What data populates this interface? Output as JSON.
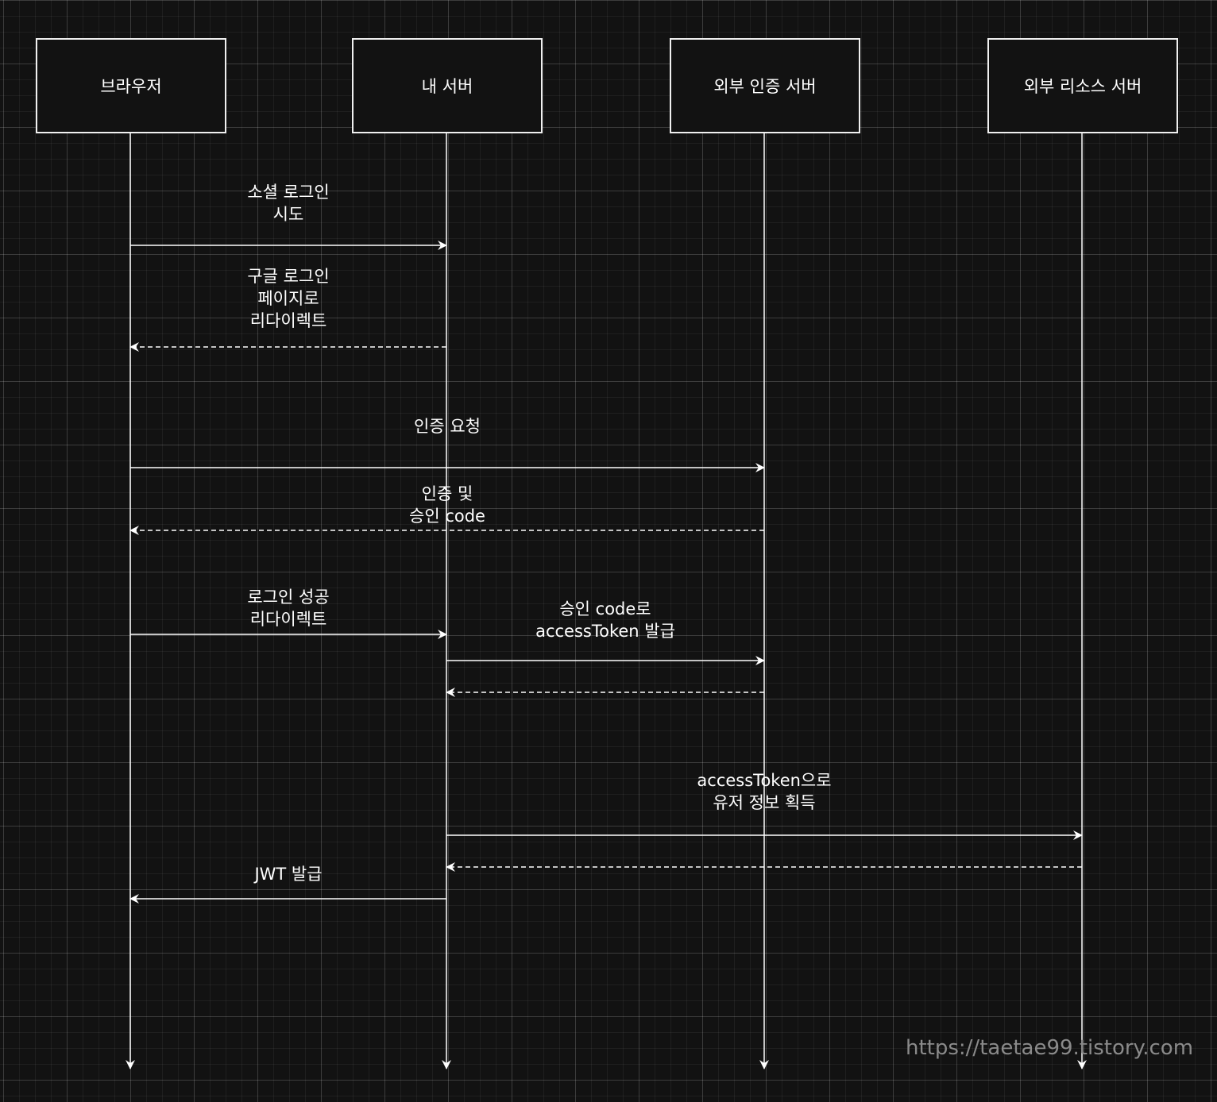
{
  "participants": [
    {
      "label": "브라우저"
    },
    {
      "label": "내 서버"
    },
    {
      "label": "외부 인증 서버"
    },
    {
      "label": "외부 리소스 서버"
    }
  ],
  "messages": [
    {
      "from": 0,
      "to": 1,
      "style": "solid",
      "label": "소셜 로그인\n시도"
    },
    {
      "from": 1,
      "to": 0,
      "style": "dashed",
      "label": "구글 로그인\n페이지로\n리다이렉트"
    },
    {
      "from": 0,
      "to": 2,
      "style": "solid",
      "label": "인증 요청"
    },
    {
      "from": 2,
      "to": 0,
      "style": "dashed",
      "label": "인증 및\n승인  code"
    },
    {
      "from": 0,
      "to": 1,
      "style": "solid",
      "label": "로그인 성공\n리다이렉트"
    },
    {
      "from": 1,
      "to": 2,
      "style": "solid",
      "label": "승인 code로\naccessToken 발급"
    },
    {
      "from": 2,
      "to": 1,
      "style": "dashed",
      "label": ""
    },
    {
      "from": 1,
      "to": 3,
      "style": "solid",
      "label": "accessToken으로\n유저 정보 획득"
    },
    {
      "from": 3,
      "to": 1,
      "style": "dashed",
      "label": ""
    },
    {
      "from": 1,
      "to": 0,
      "style": "solid",
      "label": "JWT 발급"
    }
  ],
  "watermark": "https://taetae99.tistory.com",
  "colors": {
    "background": "#121212",
    "line": "#ffffff",
    "watermark": "#8a8a8a"
  }
}
